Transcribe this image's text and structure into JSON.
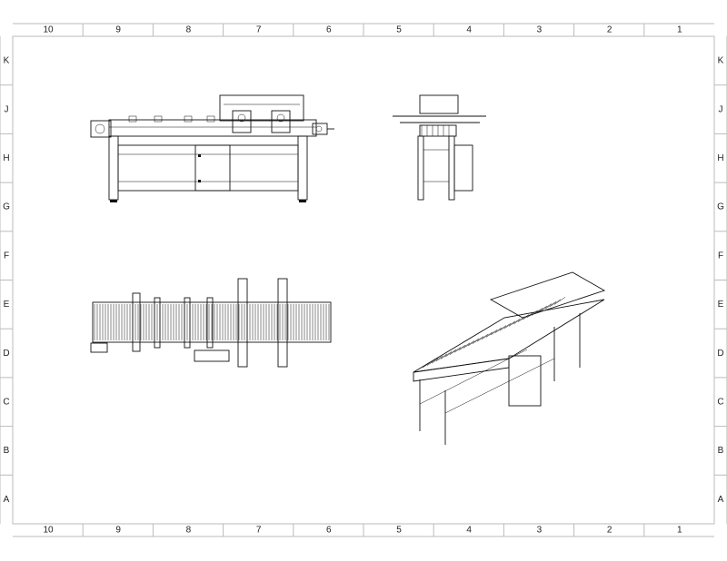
{
  "sheet": {
    "columns": [
      "10",
      "9",
      "8",
      "7",
      "6",
      "5",
      "4",
      "3",
      "2",
      "1"
    ],
    "rows": [
      "K",
      "J",
      "H",
      "G",
      "F",
      "E",
      "D",
      "C",
      "B",
      "A"
    ]
  },
  "views": [
    "front-view",
    "side-view",
    "top-view",
    "isometric-view"
  ],
  "colors": {
    "line": "#111111",
    "frame": "#bbbbbb"
  }
}
